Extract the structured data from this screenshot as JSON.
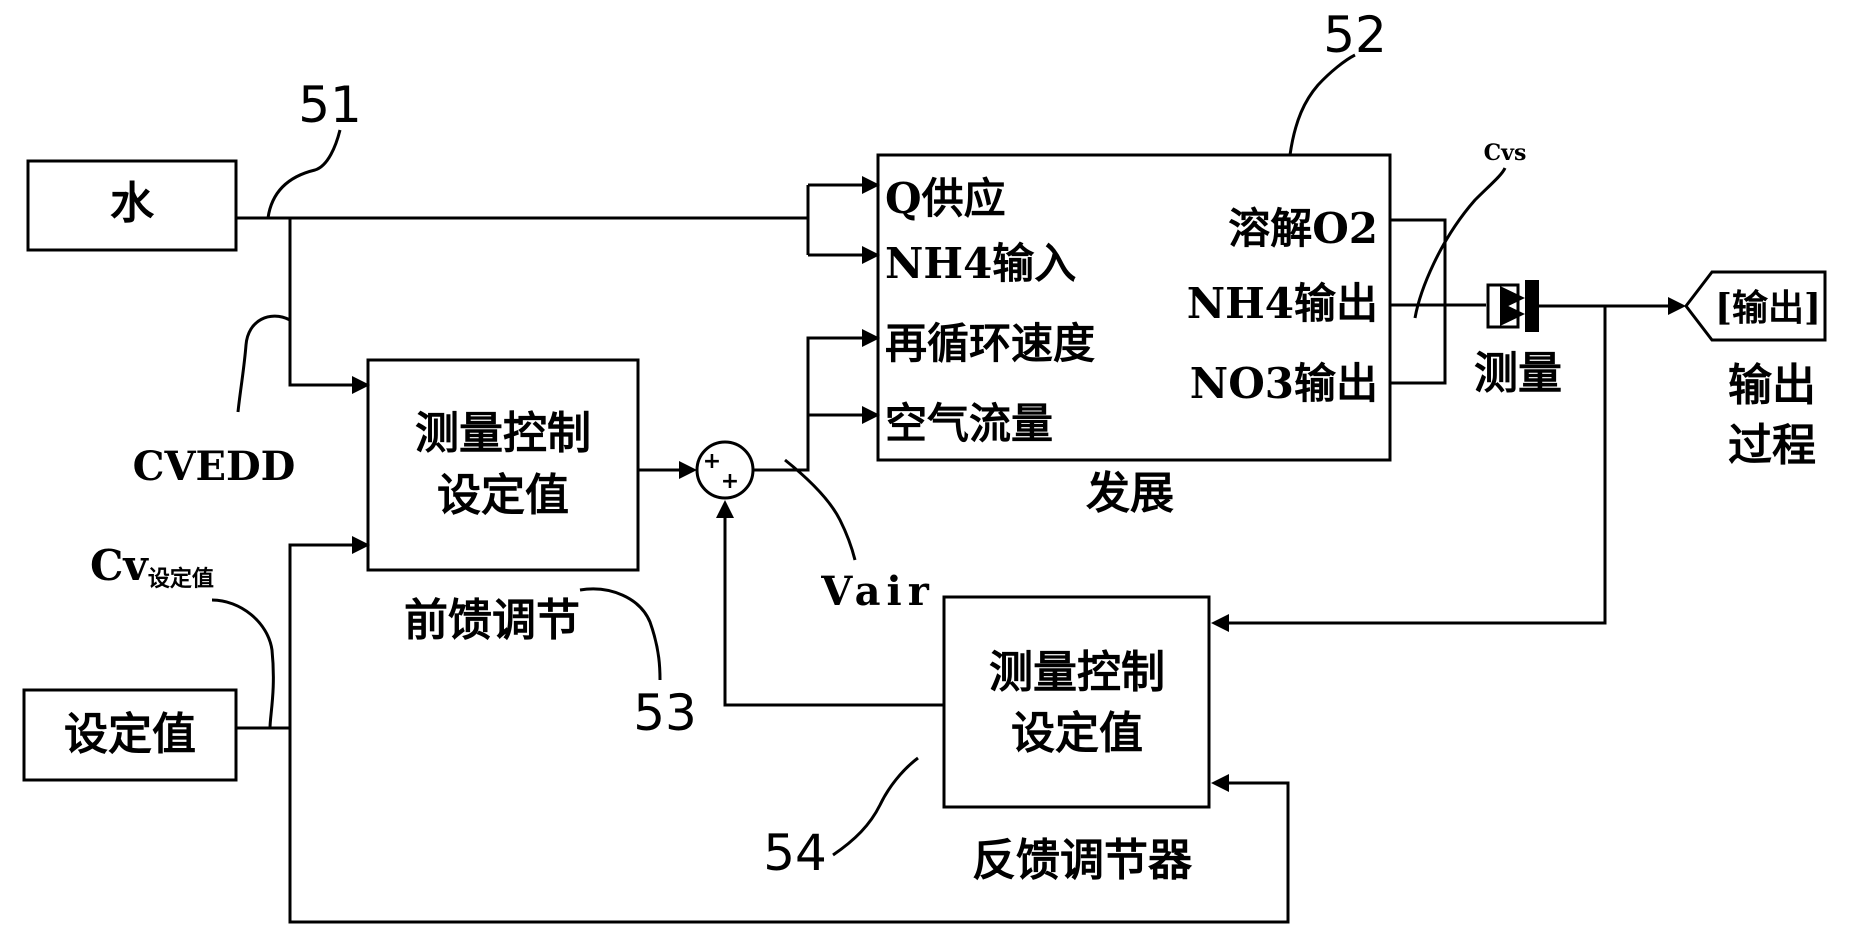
{
  "nodes": {
    "water": "水",
    "setpoint": "设定值",
    "ff_block": {
      "line1": "测量控制",
      "line2": "设定值"
    },
    "ff_caption": "前馈调节",
    "fb_block": {
      "line1": "测量控制",
      "line2": "设定值"
    },
    "fb_caption": "反馈调节器",
    "process": {
      "caption": "发展",
      "inputs": [
        "Q供应",
        "NH4输入",
        "再循环速度",
        "空气流量"
      ],
      "outputs": [
        "溶解O2",
        "NH4输出",
        "NO3输出"
      ]
    },
    "measure": "测量",
    "output_port": "[输出]",
    "output_caption": {
      "line1": "输出",
      "line2": "过程"
    }
  },
  "signals": {
    "cvedd": "CVEDD",
    "cv_setpoint_main": "Cv",
    "cv_setpoint_sub": "设定值",
    "vair": "Vair",
    "cvs": "Cvs"
  },
  "summer_signs": {
    "a": "+",
    "b": "+"
  },
  "refs": {
    "r51": "51",
    "r52": "52",
    "r53": "53",
    "r54": "54"
  }
}
